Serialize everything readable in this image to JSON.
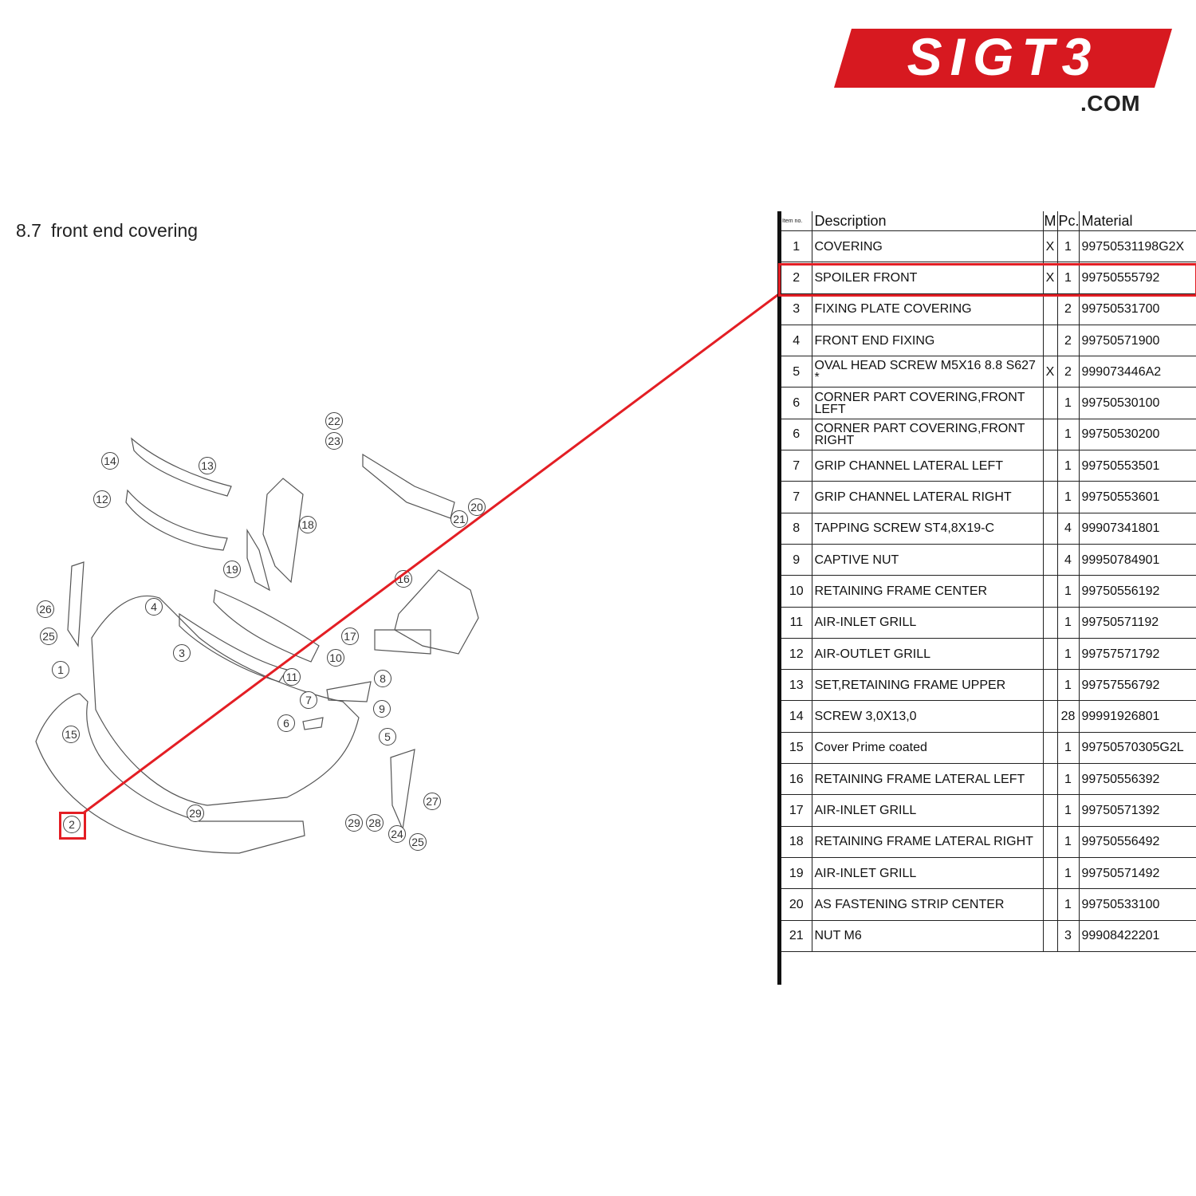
{
  "logo": {
    "text": "SIGT3",
    "suffix": ".COM",
    "color": "#d71920"
  },
  "section": {
    "number": "8.7",
    "title": "front end covering"
  },
  "highlight_color": "#e31e24",
  "diagram": {
    "callouts": [
      "22",
      "23",
      "14",
      "13",
      "12",
      "20",
      "21",
      "18",
      "19",
      "16",
      "26",
      "4",
      "25",
      "3",
      "17",
      "10",
      "1",
      "11",
      "8",
      "7",
      "9",
      "6",
      "5",
      "15",
      "27",
      "29",
      "29",
      "28",
      "24",
      "25",
      "2"
    ],
    "selected_callout": "2"
  },
  "table": {
    "headers": {
      "item": "Item no.",
      "description": "Description",
      "m": "M",
      "pc": "Pc.",
      "material": "Material"
    },
    "selected_item": "2",
    "rows": [
      {
        "item": "1",
        "description": "COVERING",
        "m": "X",
        "pc": "1",
        "material": "99750531198G2X"
      },
      {
        "item": "2",
        "description": "SPOILER FRONT",
        "m": "X",
        "pc": "1",
        "material": "99750555792"
      },
      {
        "item": "3",
        "description": "FIXING PLATE COVERING",
        "m": "",
        "pc": "2",
        "material": "99750531700"
      },
      {
        "item": "4",
        "description": "FRONT END FIXING",
        "m": "",
        "pc": "2",
        "material": "99750571900"
      },
      {
        "item": "5",
        "description": "OVAL HEAD SCREW M5X16 8.8 S627 *",
        "m": "X",
        "pc": "2",
        "material": "999073446A2"
      },
      {
        "item": "6",
        "description": "CORNER PART COVERING,FRONT LEFT",
        "m": "",
        "pc": "1",
        "material": "99750530100"
      },
      {
        "item": "6",
        "description": "CORNER PART COVERING,FRONT RIGHT",
        "m": "",
        "pc": "1",
        "material": "99750530200"
      },
      {
        "item": "7",
        "description": "GRIP CHANNEL LATERAL LEFT",
        "m": "",
        "pc": "1",
        "material": "99750553501"
      },
      {
        "item": "7",
        "description": "GRIP CHANNEL LATERAL RIGHT",
        "m": "",
        "pc": "1",
        "material": "99750553601"
      },
      {
        "item": "8",
        "description": "TAPPING SCREW ST4,8X19-C",
        "m": "",
        "pc": "4",
        "material": "99907341801"
      },
      {
        "item": "9",
        "description": "CAPTIVE NUT",
        "m": "",
        "pc": "4",
        "material": "99950784901"
      },
      {
        "item": "10",
        "description": "RETAINING FRAME CENTER",
        "m": "",
        "pc": "1",
        "material": "99750556192"
      },
      {
        "item": "11",
        "description": "AIR-INLET GRILL",
        "m": "",
        "pc": "1",
        "material": "99750571192"
      },
      {
        "item": "12",
        "description": "AIR-OUTLET GRILL",
        "m": "",
        "pc": "1",
        "material": "99757571792"
      },
      {
        "item": "13",
        "description": "SET,RETAINING FRAME UPPER",
        "m": "",
        "pc": "1",
        "material": "99757556792"
      },
      {
        "item": "14",
        "description": "SCREW 3,0X13,0",
        "m": "",
        "pc": "28",
        "material": "99991926801"
      },
      {
        "item": "15",
        "description": "Cover Prime coated",
        "m": "",
        "pc": "1",
        "material": "99750570305G2L"
      },
      {
        "item": "16",
        "description": "RETAINING FRAME LATERAL LEFT",
        "m": "",
        "pc": "1",
        "material": "99750556392"
      },
      {
        "item": "17",
        "description": "AIR-INLET GRILL",
        "m": "",
        "pc": "1",
        "material": "99750571392"
      },
      {
        "item": "18",
        "description": "RETAINING FRAME LATERAL RIGHT",
        "m": "",
        "pc": "1",
        "material": "99750556492"
      },
      {
        "item": "19",
        "description": "AIR-INLET GRILL",
        "m": "",
        "pc": "1",
        "material": "99750571492"
      },
      {
        "item": "20",
        "description": "AS FASTENING STRIP CENTER",
        "m": "",
        "pc": "1",
        "material": "99750533100"
      },
      {
        "item": "21",
        "description": "NUT M6",
        "m": "",
        "pc": "3",
        "material": "99908422201"
      }
    ]
  }
}
